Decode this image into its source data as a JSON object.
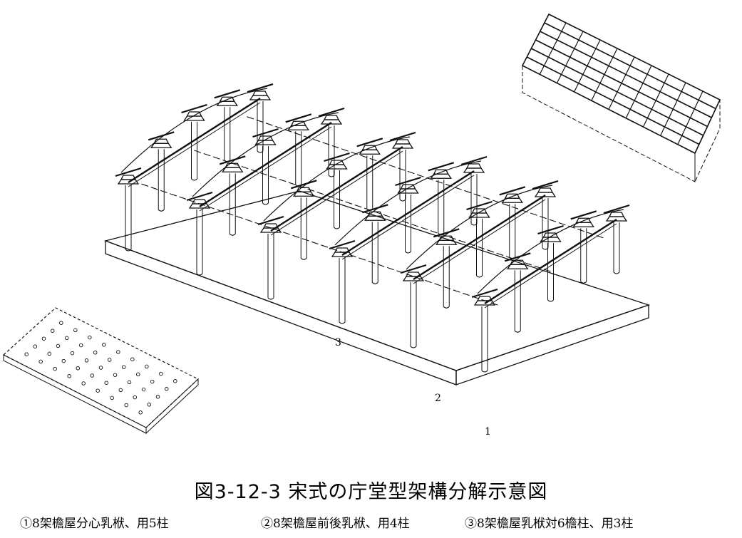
{
  "figure": {
    "title": "図3-12-3 宋式の庁堂型架構分解示意図",
    "captions": [
      {
        "text": "①8架檐屋分心乳栿、用5柱"
      },
      {
        "text": "②8架檐屋前後乳栿、用4柱"
      },
      {
        "text": "③8架檐屋乳栿対6檐柱、用3柱"
      }
    ],
    "markers": [
      "1",
      "2",
      "3"
    ]
  }
}
